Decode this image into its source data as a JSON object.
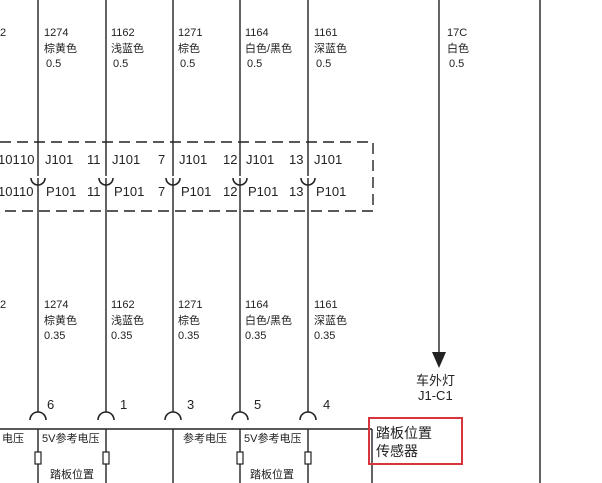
{
  "top_wires": [
    {
      "id": "1274",
      "color": "棕黄色",
      "size": "0.5"
    },
    {
      "id": "1162",
      "color": "浅蓝色",
      "size": "0.5"
    },
    {
      "id": "1271",
      "color": "棕色",
      "size": "0.5"
    },
    {
      "id": "1164",
      "color": "白色/黑色",
      "size": "0.5"
    },
    {
      "id": "1161",
      "color": "深蓝色",
      "size": "0.5"
    }
  ],
  "right_wire": {
    "id": "17C",
    "color": "白色",
    "size": "0.5"
  },
  "left_stub_top": "2",
  "left_stub_bottom": "2",
  "connector": {
    "left_partial_top": "101",
    "left_partial_bottom": "101",
    "left_pin_top": "10",
    "left_pin_bottom": "10",
    "j_label": "J101",
    "p_label": "P101",
    "pins": [
      "10",
      "11",
      "7",
      "12",
      "13"
    ]
  },
  "bottom_wires": [
    {
      "id": "1274",
      "color": "棕黄色",
      "size": "0.35"
    },
    {
      "id": "1162",
      "color": "浅蓝色",
      "size": "0.35"
    },
    {
      "id": "1271",
      "color": "棕色",
      "size": "0.35"
    },
    {
      "id": "1164",
      "color": "白色/黑色",
      "size": "0.35"
    },
    {
      "id": "1161",
      "color": "深蓝色",
      "size": "0.35"
    }
  ],
  "exterior_light": {
    "line1": "车外灯",
    "line2": "J1-C1"
  },
  "sensor_pins": [
    "6",
    "1",
    "3",
    "5",
    "4"
  ],
  "sensor_labels": {
    "label_a": "电压",
    "label_b": "5V参考电压",
    "label_c": "参考电压",
    "label_d": "5V参考电压",
    "sub_a": "踏板位置",
    "sub_b": "踏板位置"
  },
  "sensor_box": {
    "line1": "踏板位置",
    "line2": "传感器"
  },
  "colors": {
    "line": "#222222",
    "highlight": "#d8343d"
  }
}
